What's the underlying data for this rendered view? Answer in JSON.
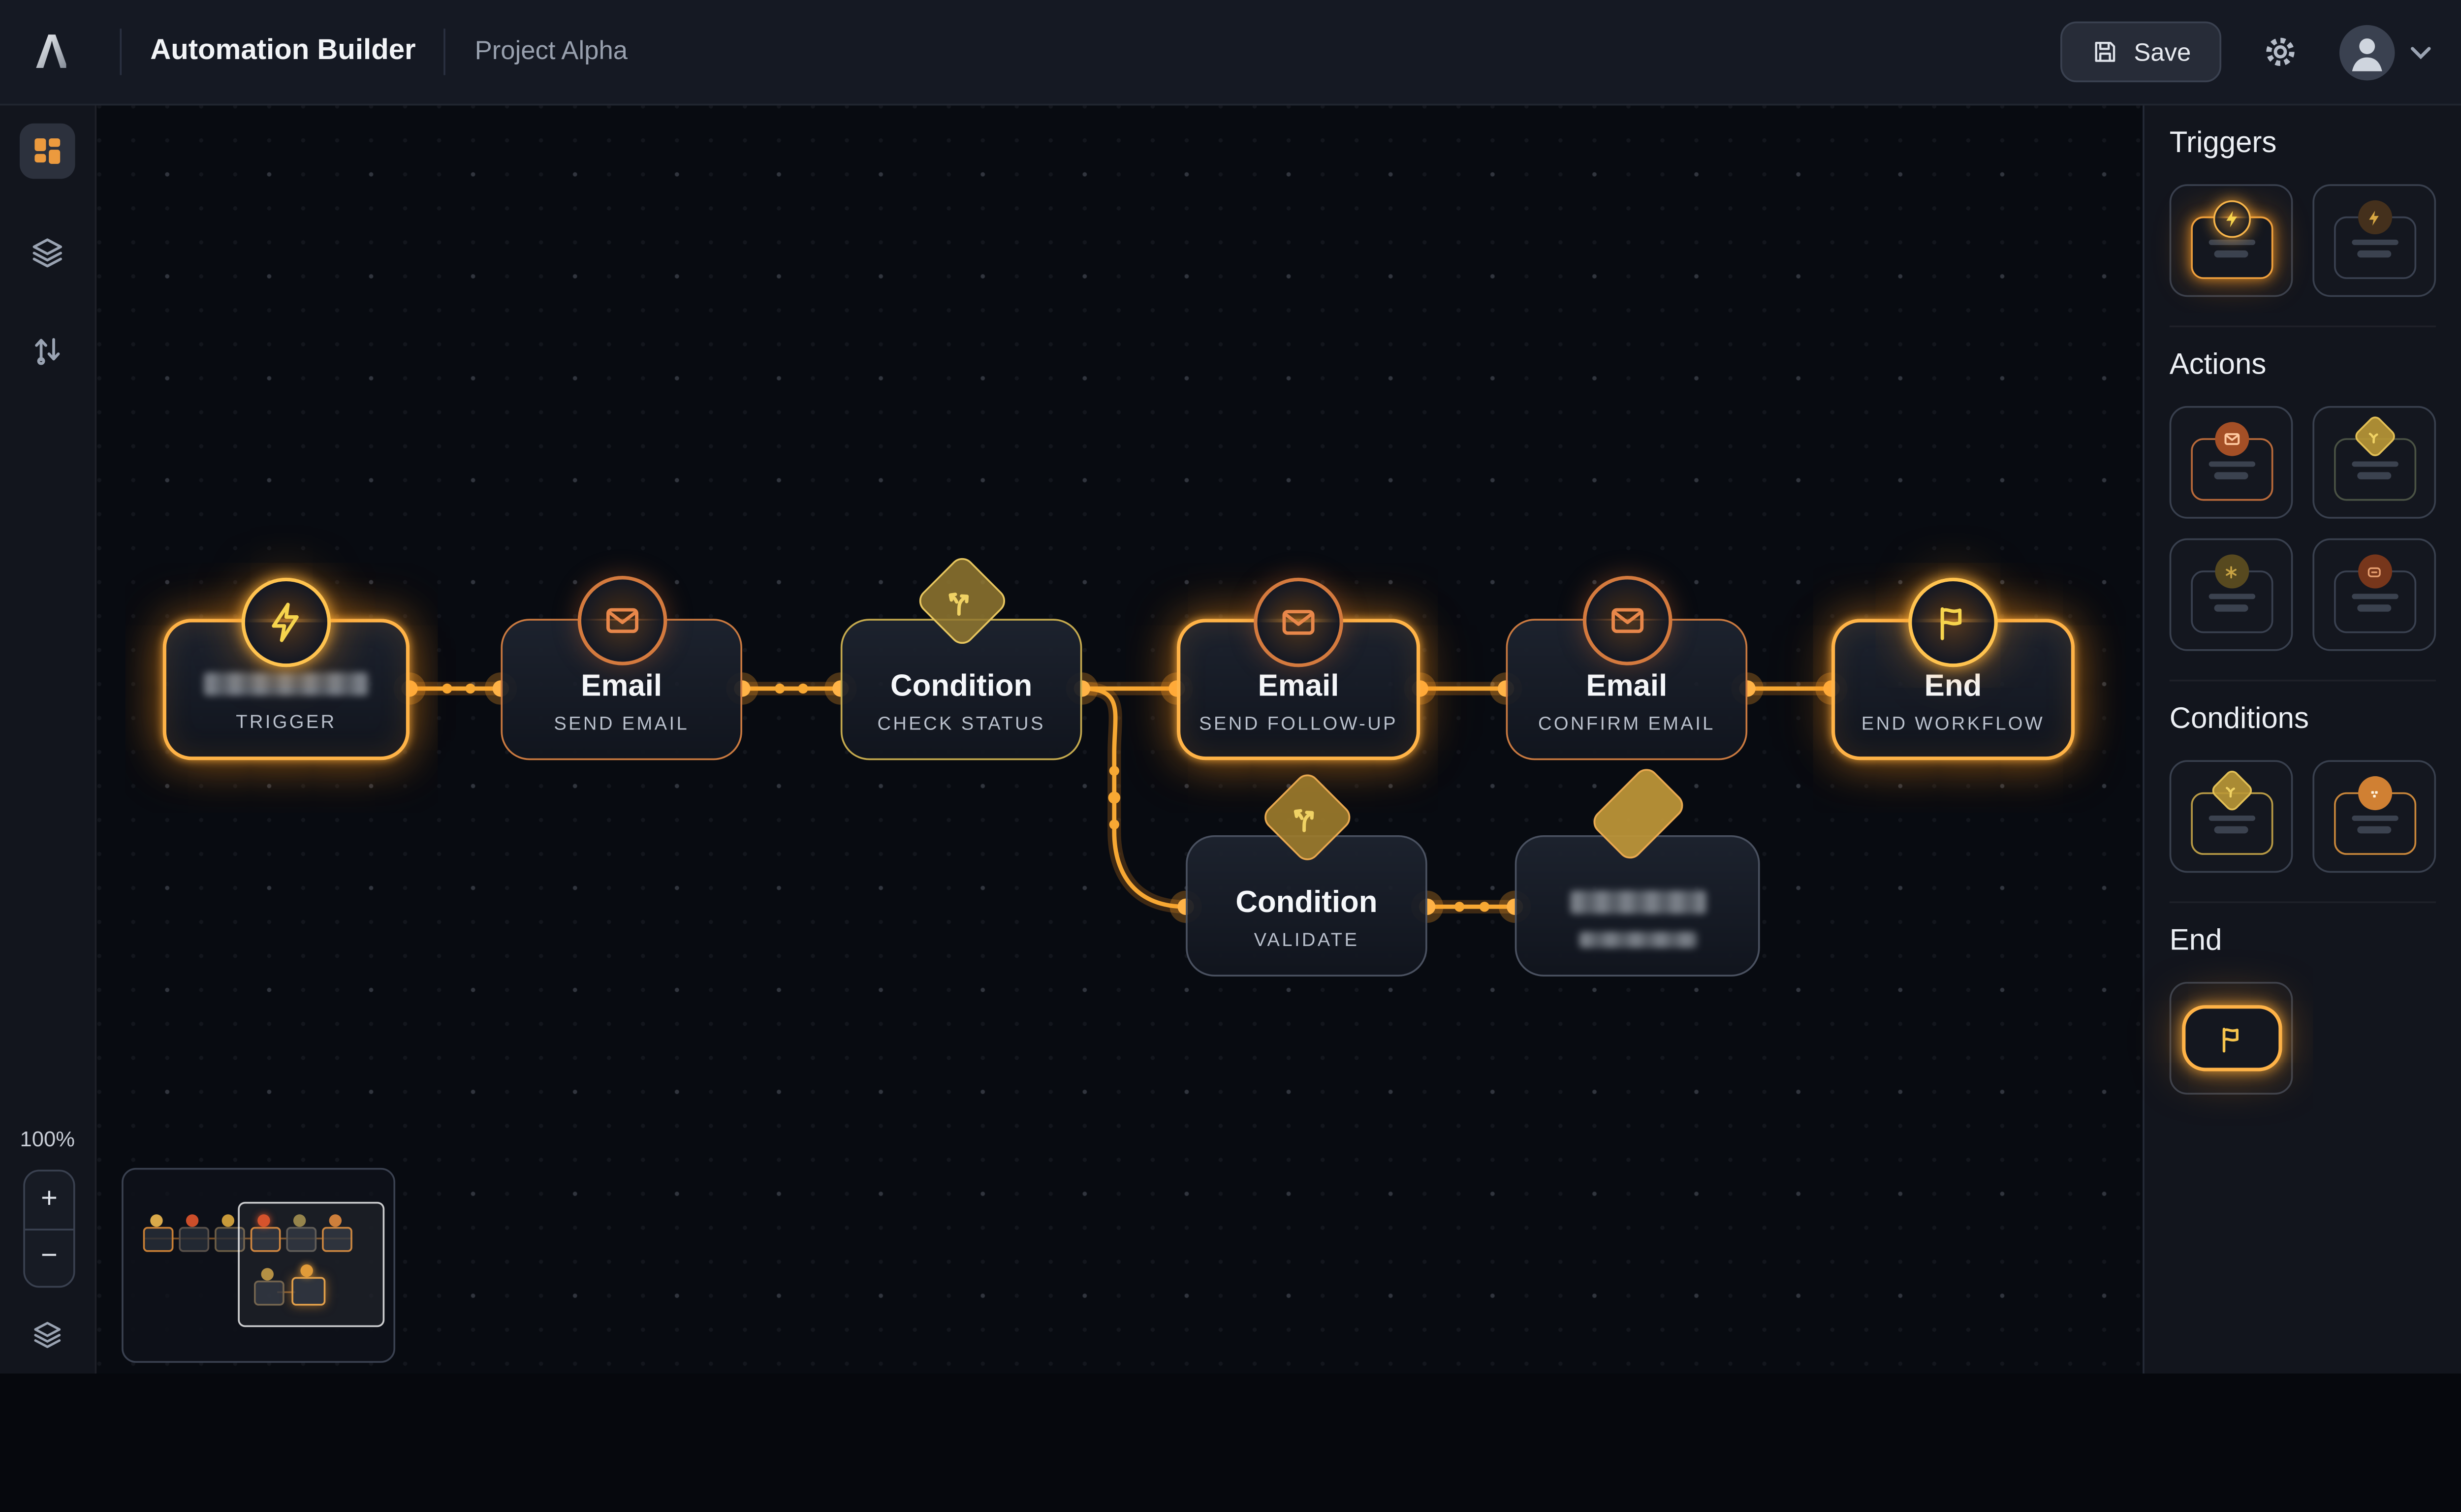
{
  "topbar": {
    "logo_glyph": "Λ",
    "app_title": "Automation Builder",
    "project_name": "Project Alpha",
    "save_label": "Save"
  },
  "left_toolbar": {
    "zoom_level": "100%",
    "zoom_in_label": "+",
    "zoom_out_label": "−"
  },
  "canvas": {
    "accent_color": "#f7a833",
    "nodes": [
      {
        "id": "trigger",
        "title_redacted": true,
        "subtitle": "TRIGGER",
        "icon": "lightning-icon",
        "emphasis": true
      },
      {
        "id": "send-email",
        "title": "Email",
        "subtitle": "SEND EMAIL",
        "icon": "envelope-icon",
        "emphasis": false
      },
      {
        "id": "check-status",
        "title": "Condition",
        "subtitle": "CHECK STATUS",
        "icon": "branch-icon",
        "emphasis": false
      },
      {
        "id": "send-follow-up",
        "title": "Email",
        "subtitle": "SEND FOLLOW-UP",
        "icon": "envelope-icon",
        "emphasis": true
      },
      {
        "id": "confirm-email",
        "title": "Email",
        "subtitle": "CONFIRM EMAIL",
        "icon": "envelope-icon",
        "emphasis": false
      },
      {
        "id": "end",
        "title": "End",
        "subtitle": "END WORKFLOW",
        "icon": "flag-icon",
        "emphasis": true
      },
      {
        "id": "validate",
        "title": "Condition",
        "subtitle": "VALIDATE",
        "icon": "branch-icon",
        "emphasis": false
      },
      {
        "id": "redacted-node",
        "title_redacted": true,
        "subtitle_redacted": true,
        "icon": "diamond-icon",
        "emphasis": false
      }
    ]
  },
  "palette": {
    "sections": [
      {
        "title": "Triggers",
        "items": [
          {
            "icon": "lightning-icon",
            "highlighted": true
          },
          {
            "icon": "lightning-icon",
            "highlighted": false
          }
        ]
      },
      {
        "title": "Actions",
        "items": [
          {
            "icon": "envelope-icon"
          },
          {
            "icon": "branch-icon"
          },
          {
            "icon": "asterisk-icon"
          },
          {
            "icon": "message-icon"
          }
        ]
      },
      {
        "title": "Conditions",
        "items": [
          {
            "icon": "branch-icon"
          },
          {
            "icon": "dots-icon"
          }
        ]
      },
      {
        "title": "End",
        "items": [
          {
            "icon": "flag-icon",
            "highlighted": true
          }
        ]
      }
    ]
  }
}
